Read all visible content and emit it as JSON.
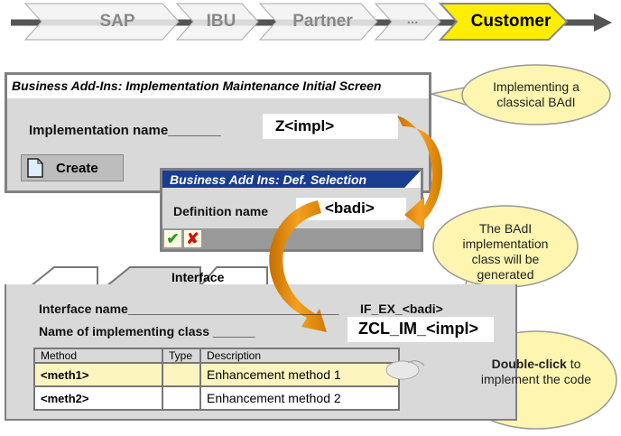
{
  "flow": {
    "stages": [
      "SAP",
      "IBU",
      "Partner",
      "...",
      "Customer"
    ],
    "highlight_color": "#ffee00"
  },
  "main_window": {
    "title": "Business Add-Ins: Implementation Maintenance Initial Screen",
    "field_label": "Implementation name_______",
    "field_value": "Z<impl>",
    "create_label": "Create"
  },
  "dialog": {
    "title": "Business Add Ins: Def. Selection",
    "field_label": "Definition name",
    "field_value": "<badi>",
    "title_color": "#1a3d8f"
  },
  "interface_panel": {
    "tab_label": "Interface",
    "interface_label": "Interface name______________________________",
    "interface_value": "IF_EX_<badi>",
    "class_label": "Name of implementing class ______",
    "class_value": "ZCL_IM_<impl>",
    "table": {
      "headers": [
        "Method",
        "Type",
        "Description"
      ],
      "rows": [
        [
          "<meth1>",
          "",
          "Enhancement method 1"
        ],
        [
          "<meth2>",
          "",
          "Enhancement method 2"
        ]
      ]
    }
  },
  "callouts": {
    "c1": "Implementing a classical BAdI",
    "c2": "The BAdI implementation class will be generated",
    "c3_bold": "Double-click",
    "c3_rest": " to implement the code"
  },
  "arrow_color": "#f39200"
}
